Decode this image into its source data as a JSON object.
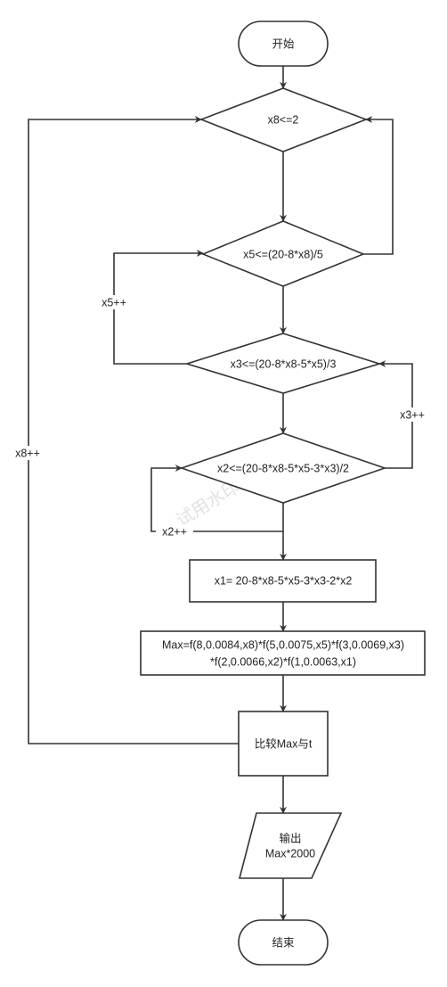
{
  "nodes": {
    "start": "开始",
    "loop_x8": "x8<=2",
    "loop_x5": "x5<=(20-8*x8)/5",
    "loop_x3": "x3<=(20-8*x8-5*x5)/3",
    "loop_x2": "x2<=(20-8*x8-5*x5-3*x3)/2",
    "assign_x1": "x1= 20-8*x8-5*x5-3*x3-2*x2",
    "max_line1": "Max=f(8,0.0084,x8)*f(5,0.0075,x5)*f(3,0.0069,x3)",
    "max_line2": "*f(2,0.0066,x2)*f(1,0.0063,x1)",
    "compare": "比较Max与t",
    "output_line1": "输出",
    "output_line2": "Max*2000",
    "end": "结束"
  },
  "edges": {
    "x8_inc": "x8++",
    "x5_inc": "x5++",
    "x3_inc": "x3++",
    "x2_inc": "x2++"
  },
  "watermark": "试用水印"
}
